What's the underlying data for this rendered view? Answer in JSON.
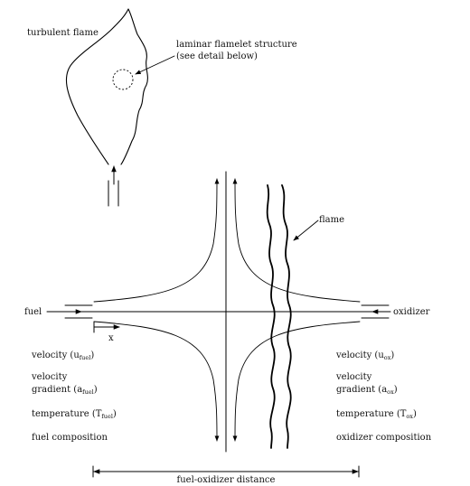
{
  "labels": {
    "turbulent_flame": "turbulent flame",
    "laminar_line1": "laminar flamelet structure",
    "laminar_line2": "(see detail below)",
    "flame": "flame",
    "fuel": "fuel",
    "oxidizer": "oxidizer",
    "x": "x",
    "distance": "fuel-oxidizer distance"
  },
  "fuel_side": {
    "velocity": "velocity (u",
    "velocity_sub": "fuel",
    "gradient1": "velocity",
    "gradient2": "gradient (a",
    "gradient_sub": "fuel",
    "temperature": "temperature (T",
    "temperature_sub": "fuel",
    "composition": "fuel composition"
  },
  "ox_side": {
    "velocity": "velocity (u",
    "velocity_sub": "ox",
    "gradient1": "velocity",
    "gradient2": "gradient (a",
    "gradient_sub": "ox",
    "temperature": "temperature (T",
    "temperature_sub": "ox",
    "composition": "oxidizer composition"
  },
  "close_paren": ")"
}
